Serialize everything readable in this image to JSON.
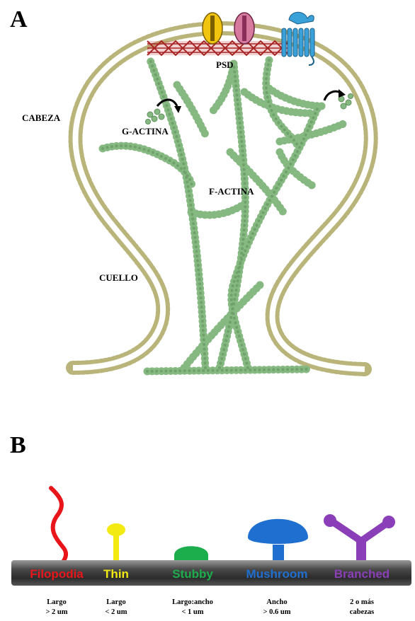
{
  "panel_a": {
    "letter": "A",
    "labels": {
      "psd": "PSD",
      "cabeza": "CABEZA",
      "g_actina": "G-ACTINA",
      "f_actina": "F-ACTINA",
      "cuello": "CUELLO"
    }
  },
  "panel_b": {
    "letter": "B",
    "types": [
      {
        "name": "Filopodia",
        "color": "#e8161b",
        "criteria_line1": "Largo",
        "criteria_line2": "> 2 um"
      },
      {
        "name": "Thin",
        "color": "#f3ea12",
        "criteria_line1": "Largo",
        "criteria_line2": "< 2 um"
      },
      {
        "name": "Stubby",
        "color": "#1cae4d",
        "criteria_line1": "Largo:ancho",
        "criteria_line2": "< 1 um"
      },
      {
        "name": "Mushroom",
        "color": "#1f6fd0",
        "criteria_line1": "Ancho",
        "criteria_line2": "> 0.6 um"
      },
      {
        "name": "Branched",
        "color": "#8a3fb8",
        "criteria_line1": "2 o más",
        "criteria_line2": "cabezas"
      }
    ]
  },
  "colors": {
    "membrane": "#e3dfa6",
    "actin": "#8fbe8a",
    "actin_dark": "#5d8f5a",
    "psd_mesh": "#b02a2a",
    "dendrite_bar": "#3a3a3a"
  }
}
